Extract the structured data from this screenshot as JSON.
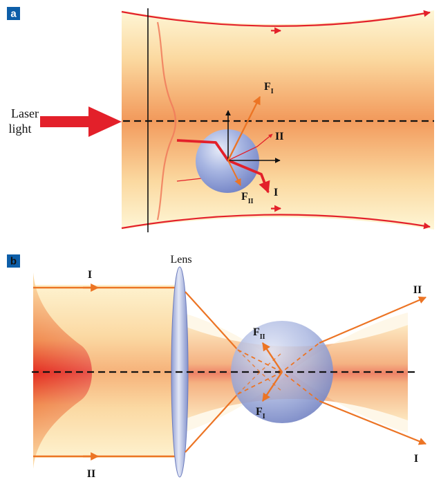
{
  "panel_a": {
    "tag": "a",
    "laser_label_line1": "Laser",
    "laser_label_line2": "light",
    "force_one": "F",
    "force_one_sub": "I",
    "force_two": "F",
    "force_two_sub": "II",
    "ray_one": "I",
    "ray_two": "II"
  },
  "panel_b": {
    "tag": "b",
    "lens_label": "Lens",
    "ray_one_in": "I",
    "ray_two_in": "II",
    "ray_one_out": "I",
    "ray_two_out": "II",
    "force_one": "F",
    "force_one_sub": "I",
    "force_two": "F",
    "force_two_sub": "II"
  },
  "colors": {
    "beam_light": "#fdf2c8",
    "beam_core": "#e8492c",
    "red_ray": "#e3202a",
    "orange_ray": "#ec7424",
    "sphere": "#8e9fd6",
    "tag_bg": "#0d5ea8"
  }
}
